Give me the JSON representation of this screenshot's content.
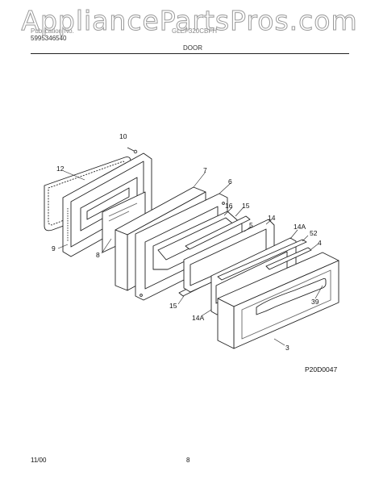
{
  "watermark": "AppliancePartsPros.com",
  "header": {
    "publication_label": "Publication No.",
    "publication_number": "5995346540",
    "model": "GLEF320CBFH",
    "section": "DOOR"
  },
  "diagram": {
    "code": "P20D0047",
    "callouts": [
      "10",
      "12",
      "9",
      "8",
      "7",
      "6",
      "16",
      "15",
      "5",
      "14",
      "14A",
      "52",
      "4",
      "39",
      "15",
      "14A",
      "3"
    ]
  },
  "footer": {
    "date": "11/00",
    "page": "8"
  }
}
